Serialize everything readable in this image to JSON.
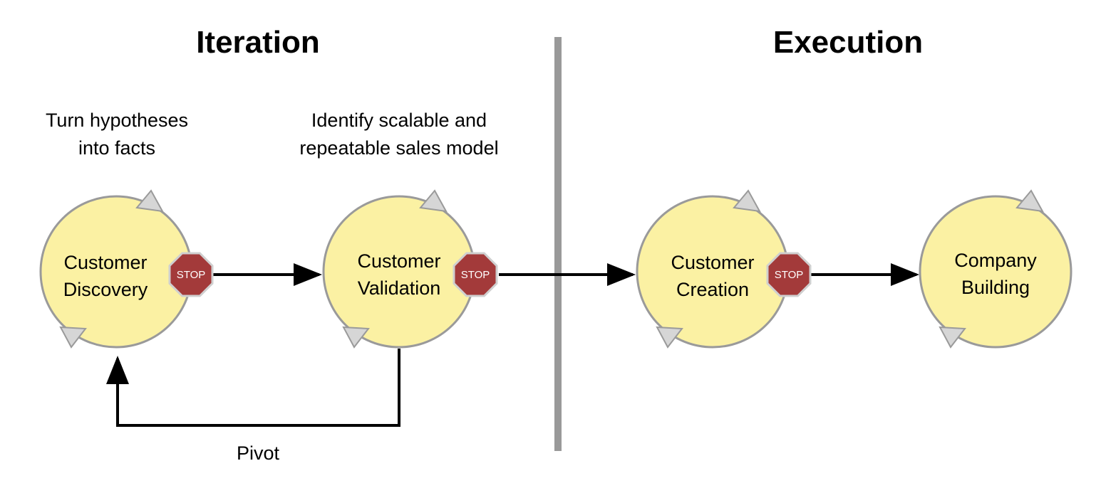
{
  "headings": {
    "left": "Iteration",
    "right": "Execution"
  },
  "descriptions": {
    "discovery": [
      "Turn hypotheses",
      "into facts"
    ],
    "validation": [
      "Identify scalable and",
      "repeatable sales model"
    ]
  },
  "nodes": [
    {
      "id": "discovery",
      "lines": [
        "Customer",
        "Discovery"
      ]
    },
    {
      "id": "validation",
      "lines": [
        "Customer",
        "Validation"
      ]
    },
    {
      "id": "creation",
      "lines": [
        "Customer",
        "Creation"
      ]
    },
    {
      "id": "building",
      "lines": [
        "Company",
        "Building"
      ]
    }
  ],
  "stop_label": "STOP",
  "pivot_label": "Pivot",
  "colors": {
    "node_fill": "#fbf1a3",
    "node_stroke": "#9a9a9a",
    "stop_fill": "#a33a3a",
    "stop_stroke": "#cfcfcf",
    "divider": "#999999",
    "arrow": "#000000",
    "cycle_arrow_fill": "#d6d6d6"
  }
}
